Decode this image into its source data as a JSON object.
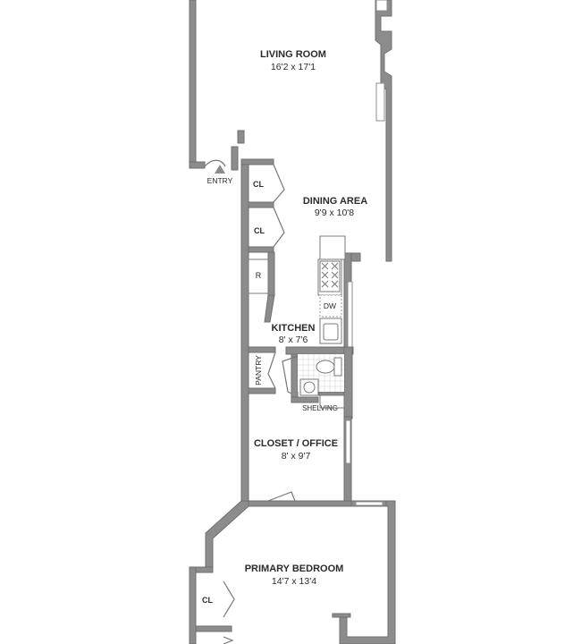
{
  "rooms": {
    "living_room": {
      "name": "LIVING ROOM",
      "dim": "16'2 x 17'1"
    },
    "dining_area": {
      "name": "DINING AREA",
      "dim": "9'9 x 10'8"
    },
    "kitchen": {
      "name": "KITCHEN",
      "dim": "8' x 7'6"
    },
    "closet_office": {
      "name": "CLOSET / OFFICE",
      "dim": "8' x 9'7"
    },
    "primary_bedroom": {
      "name": "PRIMARY BEDROOM",
      "dim": "14'7 x 13'4"
    }
  },
  "labels": {
    "entry": "ENTRY",
    "closet1": "CL",
    "closet2": "CL",
    "closet3": "CL",
    "refrigerator": "R",
    "dishwasher": "DW",
    "pantry": "PANTRY",
    "shelving": "SHELVING"
  }
}
